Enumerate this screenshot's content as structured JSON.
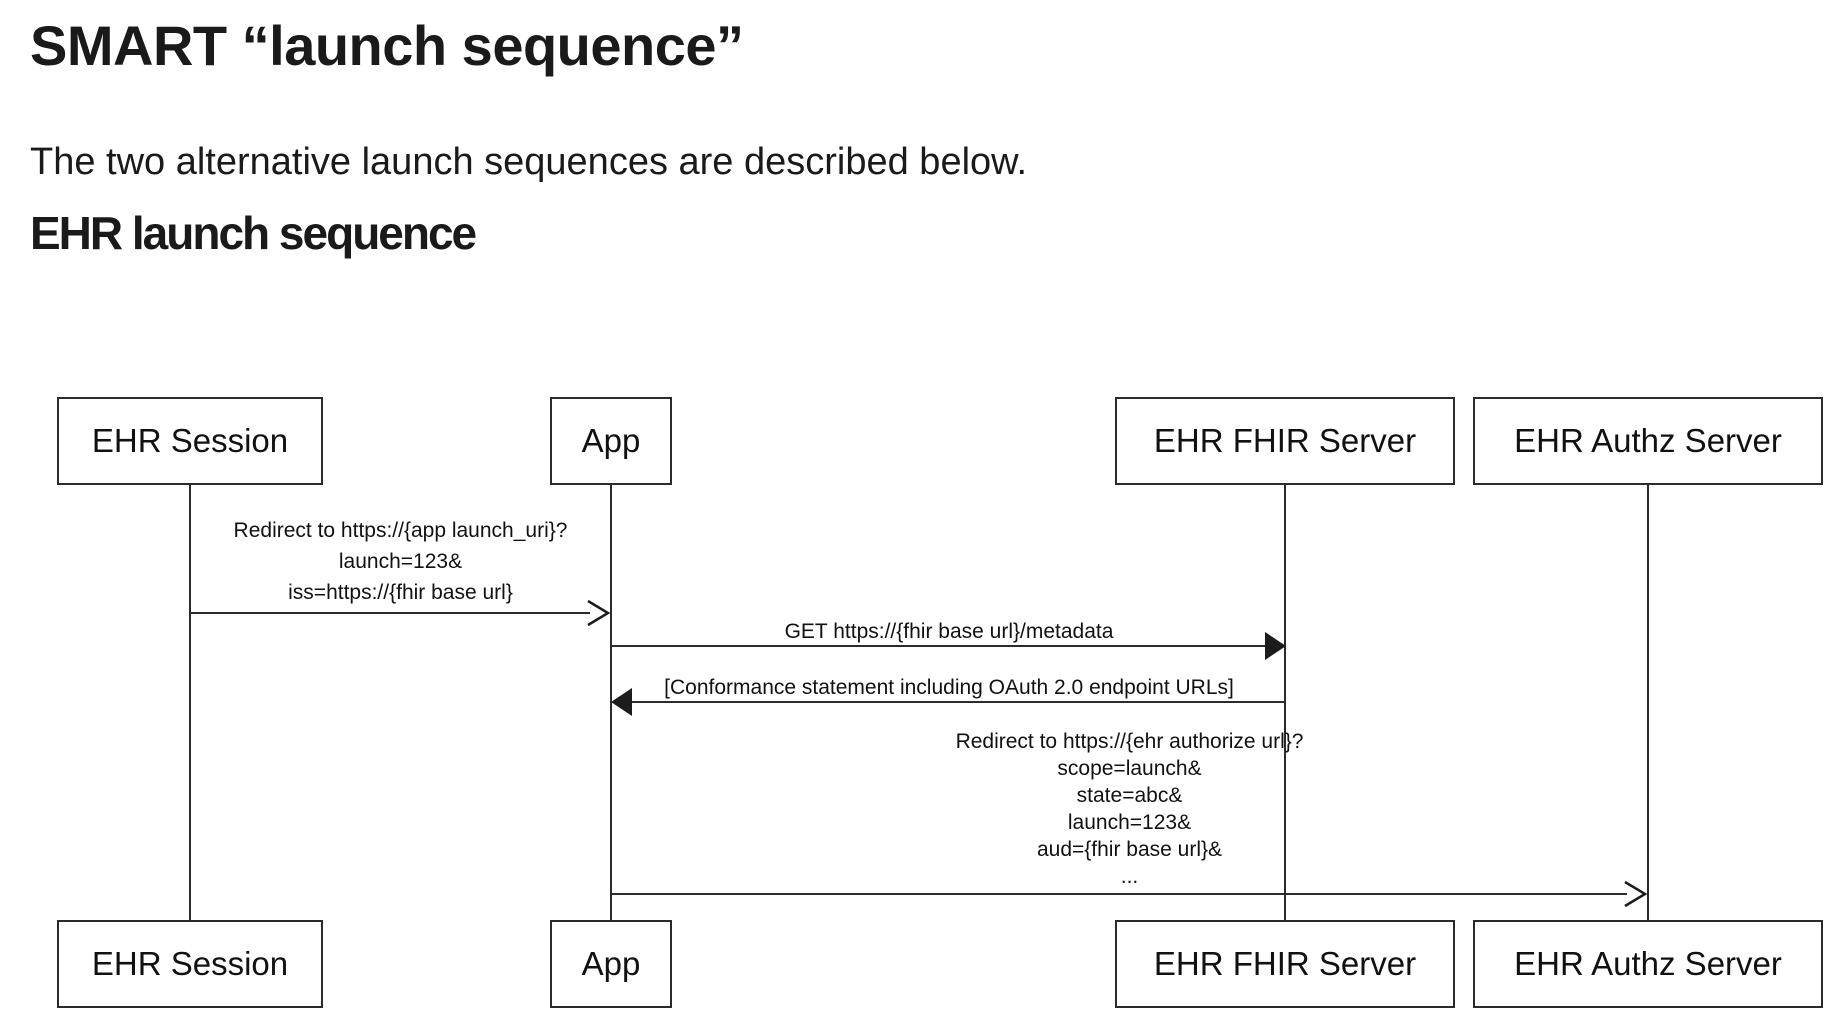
{
  "page": {
    "title": "SMART “launch sequence”",
    "intro": "The two alternative launch sequences are described below.",
    "section_heading": "EHR launch sequence"
  },
  "diagram": {
    "actors": [
      {
        "label": "EHR Session"
      },
      {
        "label": "App"
      },
      {
        "label": "EHR FHIR Server"
      },
      {
        "label": "EHR Authz Server"
      }
    ],
    "messages": [
      {
        "from": "EHR Session",
        "to": "App",
        "arrowhead": "open",
        "lines": [
          "Redirect to https://{app launch_uri}?",
          "launch=123&",
          "iss=https://{fhir base url}"
        ]
      },
      {
        "from": "App",
        "to": "EHR FHIR Server",
        "arrowhead": "solid",
        "lines": [
          "GET https://{fhir base url}/metadata"
        ]
      },
      {
        "from": "EHR FHIR Server",
        "to": "App",
        "arrowhead": "solid",
        "lines": [
          "[Conformance statement including OAuth 2.0 endpoint URLs]"
        ]
      },
      {
        "from": "App",
        "to": "EHR Authz Server",
        "arrowhead": "open",
        "lines": [
          "Redirect to https://{ehr authorize url}?",
          "scope=launch&",
          "state=abc&",
          "launch=123&",
          "aud={fhir base url}&",
          "..."
        ]
      }
    ],
    "colors": {
      "stroke": "#2b2b2b",
      "text": "#111111",
      "background": "#ffffff"
    }
  }
}
